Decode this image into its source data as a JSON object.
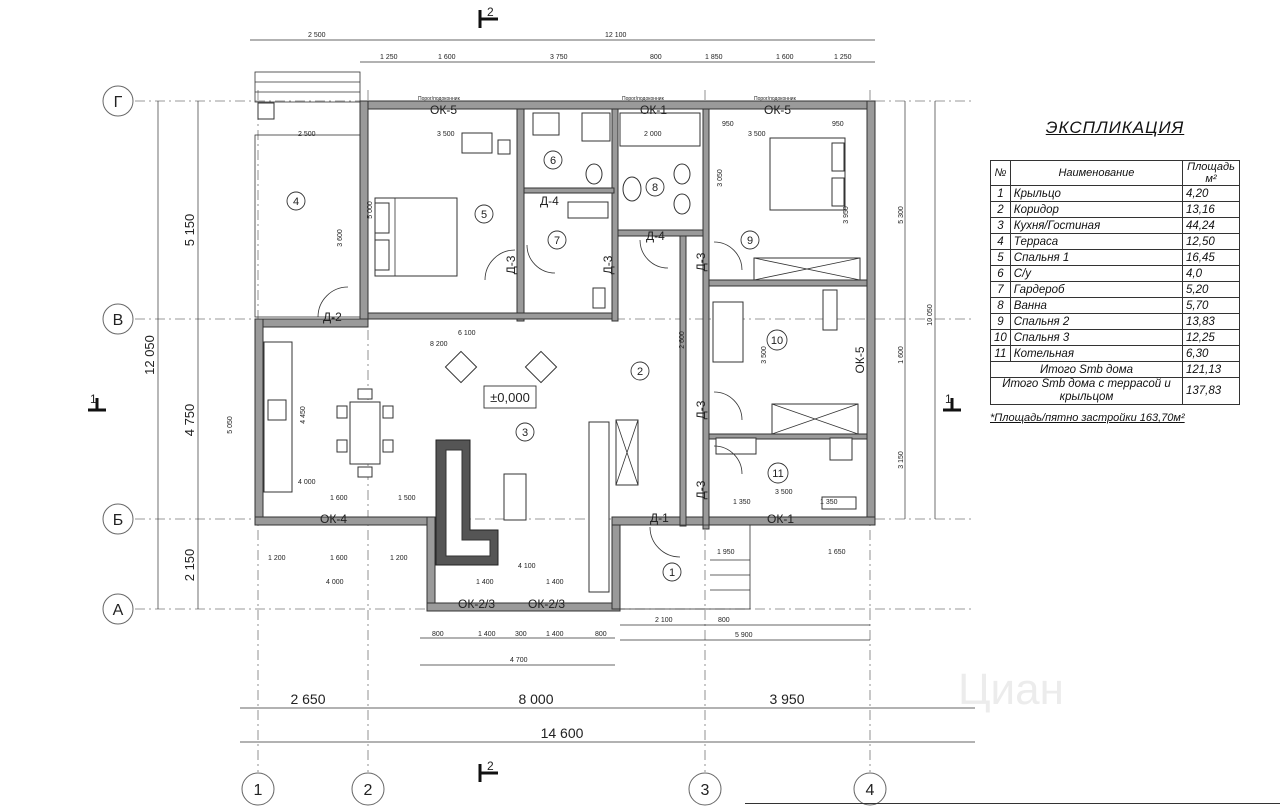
{
  "axes": {
    "letters": [
      "Г",
      "В",
      "Б",
      "А"
    ],
    "numbers": [
      "1",
      "2",
      "3",
      "4"
    ]
  },
  "section_mark": "2",
  "section_side": "1",
  "elevation_mark": "±0,000",
  "dimensions": {
    "top_row1": [
      "2 500",
      "12 100"
    ],
    "top_row2": [
      "1 250",
      "1 600",
      "3 750",
      "800",
      "1 850",
      "1 600",
      "1 250"
    ],
    "left_outer": [
      "5 150",
      "4 750",
      "2 150"
    ],
    "left_total": "12 050",
    "right": [
      "5 300",
      "10 050",
      "1 600",
      "3 150"
    ],
    "bottom_big": [
      "2 650",
      "8 000",
      "3 950"
    ],
    "bottom_total": "14 600",
    "bottom_small": [
      "800",
      "1 400",
      "300",
      "1 400",
      "800",
      "4 700",
      "2 100",
      "800",
      "5 900"
    ],
    "interior": [
      "2 500",
      "3 500",
      "2 000",
      "950",
      "3 500",
      "950",
      "6 100",
      "8 200",
      "4 000",
      "1 600",
      "1 500",
      "4 100",
      "1 200",
      "1 600",
      "1 200",
      "4 000",
      "1 400",
      "1 400",
      "3 500",
      "1 350",
      "1 350",
      "1 950",
      "1 650",
      "3 600",
      "5 000",
      "4 450",
      "5 050",
      "2 600",
      "3 950",
      "3 500",
      "3 050"
    ]
  },
  "openings": {
    "windows": [
      "ОК-5",
      "ОК-1",
      "ОК-5",
      "ОК-5",
      "ОК-4",
      "ОК-1",
      "ОК-2/3",
      "ОК-2/3"
    ],
    "doors": [
      "Д-2",
      "Д-3",
      "Д-3",
      "Д-4",
      "Д-4",
      "Д-3",
      "Д-3",
      "Д-3",
      "Д-1"
    ],
    "sill_note": "Порог/подоконник"
  },
  "room_numbers": [
    "1",
    "2",
    "3",
    "4",
    "5",
    "6",
    "7",
    "8",
    "9",
    "10",
    "11"
  ],
  "explication": {
    "title": "ЭКСПЛИКАЦИЯ",
    "headers": {
      "num": "№",
      "name": "Наименование",
      "area": "Площадь м²"
    },
    "rows": [
      {
        "n": "1",
        "name": "Крыльцо",
        "area": "4,20"
      },
      {
        "n": "2",
        "name": "Коридор",
        "area": "13,16"
      },
      {
        "n": "3",
        "name": "Кухня/Гостиная",
        "area": "44,24"
      },
      {
        "n": "4",
        "name": "Терраса",
        "area": "12,50"
      },
      {
        "n": "5",
        "name": "Спальня 1",
        "area": "16,45"
      },
      {
        "n": "6",
        "name": "С/у",
        "area": "4,0"
      },
      {
        "n": "7",
        "name": "Гардероб",
        "area": "5,20"
      },
      {
        "n": "8",
        "name": "Ванна",
        "area": "5,70"
      },
      {
        "n": "9",
        "name": "Спальня 2",
        "area": "13,83"
      },
      {
        "n": "10",
        "name": "Спальня 3",
        "area": "12,25"
      },
      {
        "n": "11",
        "name": "Котельная",
        "area": "6,30"
      }
    ],
    "total1_label": "Итого Sтb дома",
    "total1_value": "121,13",
    "total2_label": "Итого Sтb дома с террасой и крыльцом",
    "total2_value": "137,83",
    "note": "*Площадь/пятно застройки 163,70м²"
  },
  "watermark": "Циан"
}
